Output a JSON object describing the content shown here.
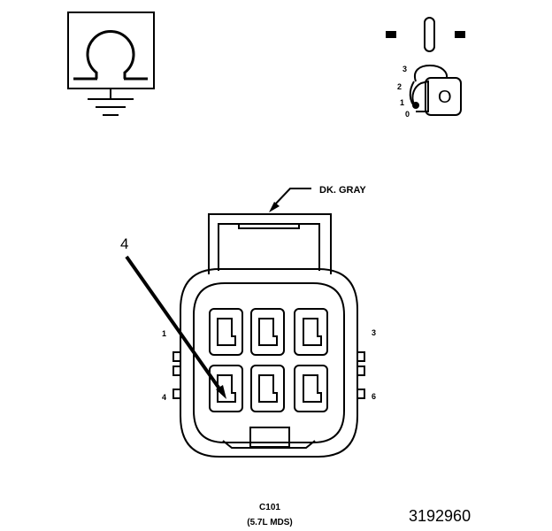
{
  "connector": {
    "color_label": "DK. GRAY",
    "callout_number": "4",
    "pin_labels": {
      "top_left": "1",
      "bottom_left": "4",
      "top_right": "3",
      "bottom_right": "6"
    },
    "id": "C101",
    "note": "(5.7L MDS)"
  },
  "ignition_switch": {
    "positions": [
      "3",
      "2",
      "1",
      "0"
    ],
    "key_label": "O"
  },
  "figure_number": "3192960",
  "icons": {
    "ohmmeter": "ohm-ground-icon",
    "ignition": "ignition-key-icon"
  },
  "colors": {
    "line": "#000000",
    "background": "#ffffff"
  }
}
